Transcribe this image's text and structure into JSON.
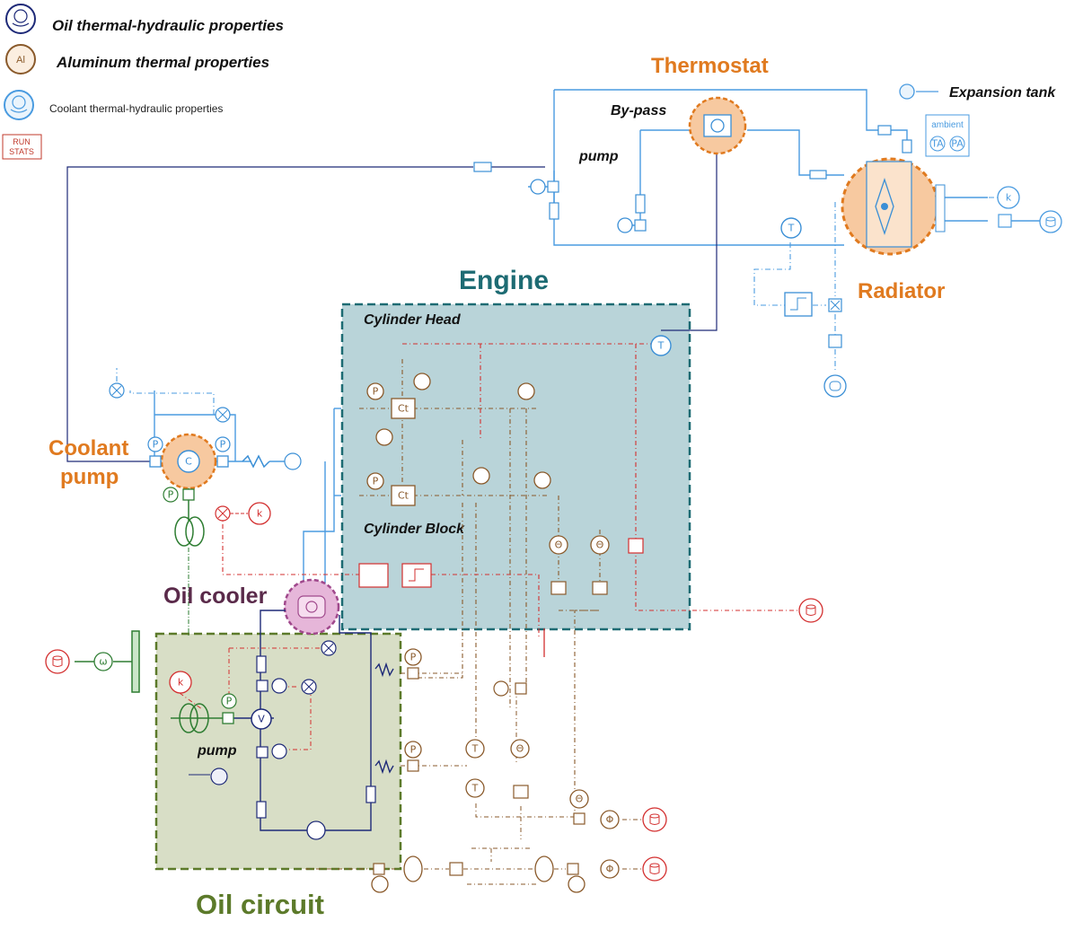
{
  "legend": {
    "oil_props": "Oil thermal-hydraulic properties",
    "alu_props": "Aluminum thermal properties",
    "alu_symbol": "Al",
    "coolant_props": "Coolant thermal-hydraulic properties",
    "run_stats_line1": "RUN",
    "run_stats_line2": "STATS"
  },
  "labels": {
    "thermostat": "Thermostat",
    "bypass": "By-pass",
    "pump_top": "pump",
    "expansion_tank": "Expansion tank",
    "ambient": "ambient",
    "ambient_t": "TA",
    "ambient_p": "PA",
    "radiator": "Radiator",
    "engine": "Engine",
    "cylinder_head": "Cylinder Head",
    "cylinder_block": "Cylinder Block",
    "coolant_pump_line1": "Coolant",
    "coolant_pump_line2": "pump",
    "oil_cooler": "Oil cooler",
    "oil_pump": "pump",
    "oil_circuit": "Oil circuit"
  },
  "colors": {
    "coolant": "#4a9be0",
    "coolant_line": "#3b8fd6",
    "oil": "#1e2a78",
    "control": "#d32f2f",
    "thermal": "#8a5a2b",
    "mechanical": "#2e7d32",
    "orange": "#e07a1f",
    "engine_fill": "#b9d4d9",
    "engine_border": "#1d6b73",
    "oil_fill": "#d8dec6",
    "oil_border": "#5c7a2a",
    "cooler_fill": "#e6b6d9",
    "cooler_border": "#a0488c"
  },
  "symbols": {
    "temperature": "T",
    "pressure": "P",
    "gain": "k",
    "flow": "Φ",
    "heat_exchange": "Ct",
    "velocity": "V",
    "omega": "ω",
    "coolant_c": "C",
    "heat_source": "Θ"
  }
}
